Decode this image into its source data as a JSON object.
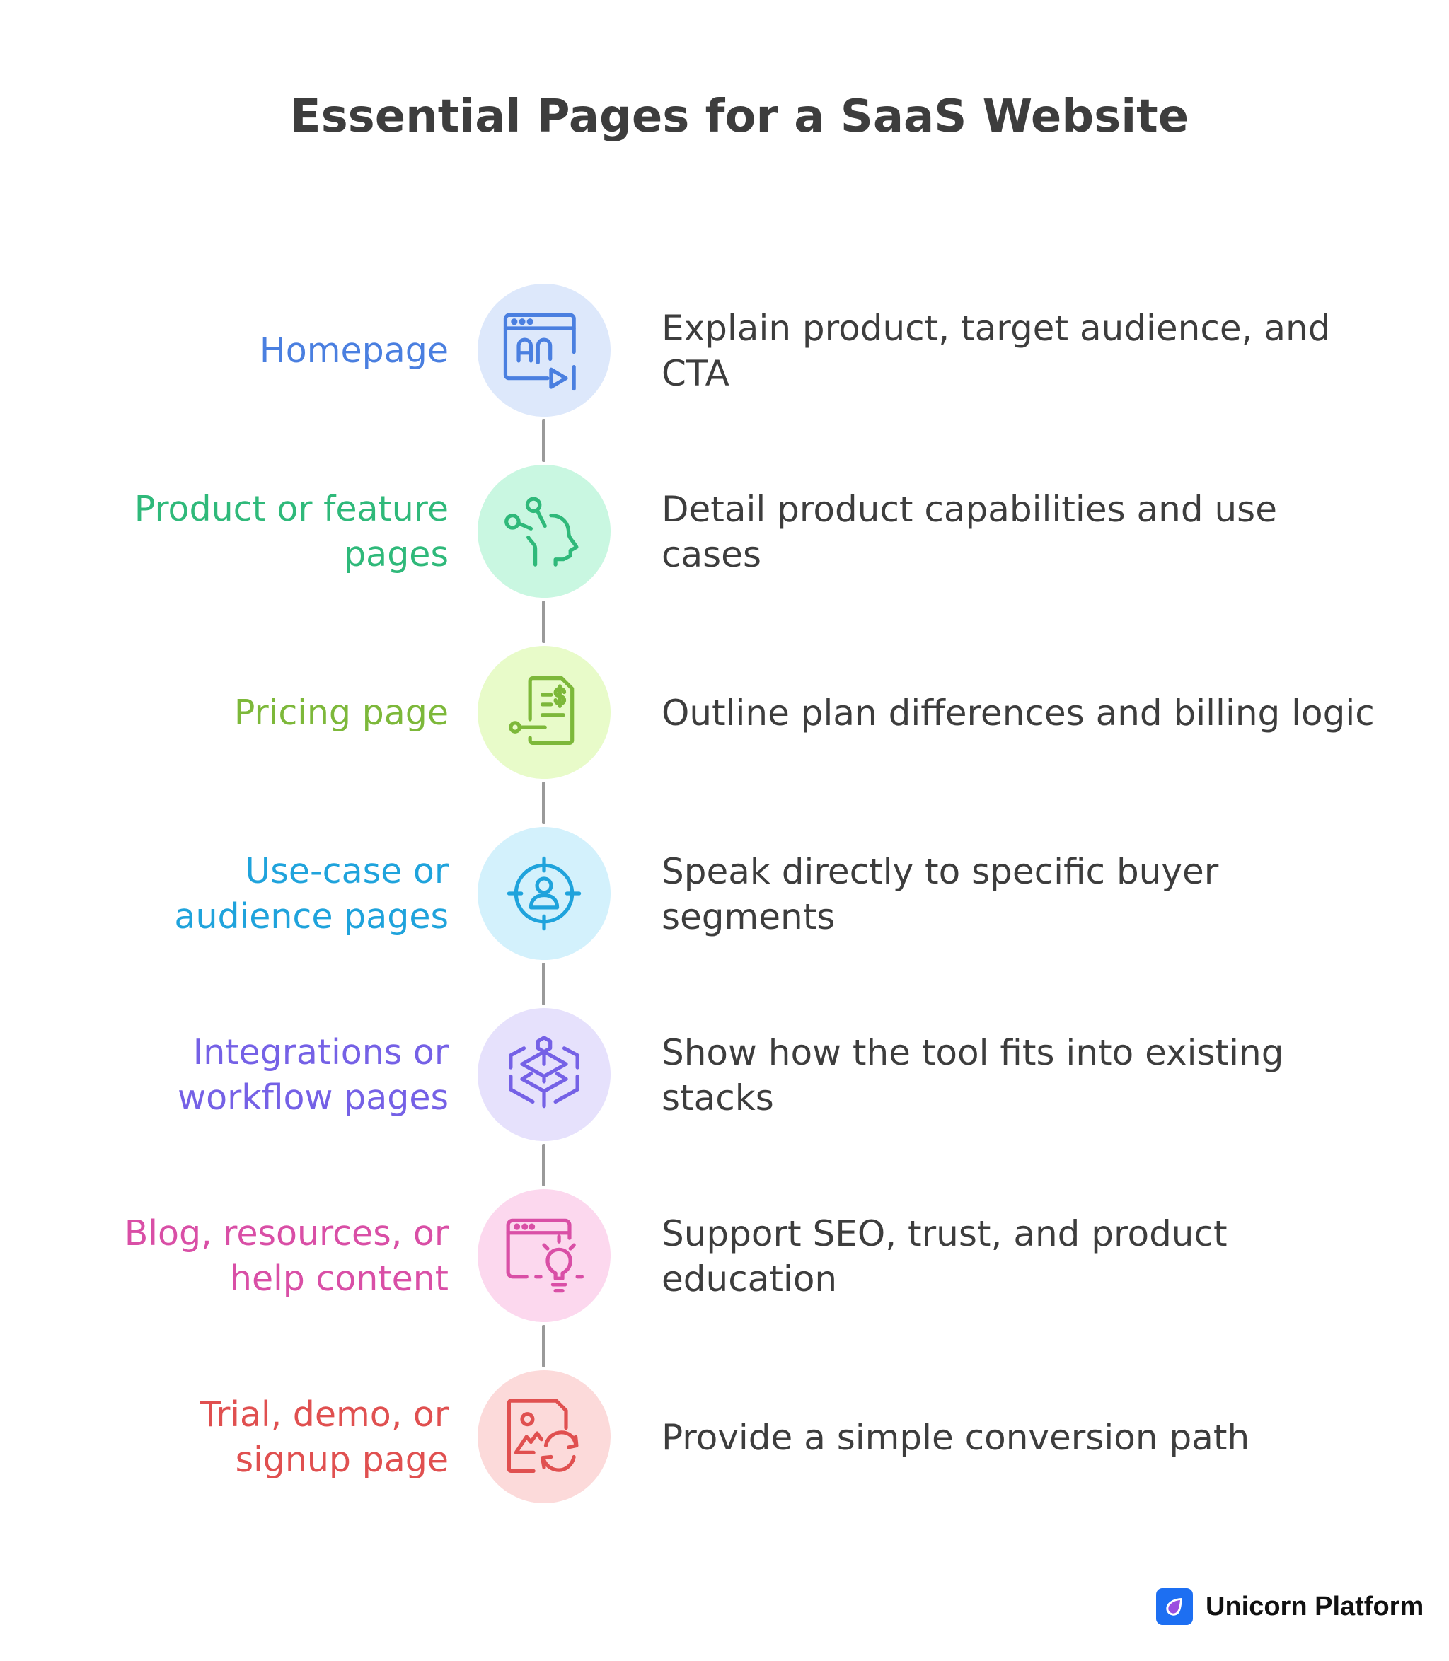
{
  "title": "Essential Pages for a SaaS Website",
  "items": [
    {
      "label": "Homepage",
      "description": "Explain product, target audience, and CTA",
      "icon": "browser-ad-play-icon",
      "color": "#4a7fe0",
      "bg": "#dde8fb"
    },
    {
      "label": "Product or feature pages",
      "description": "Detail product capabilities and use cases",
      "icon": "head-nodes-icon",
      "color": "#2fb97a",
      "bg": "#c9f7e1"
    },
    {
      "label": "Pricing page",
      "description": "Outline plan differences and billing logic",
      "icon": "invoice-dollar-icon",
      "color": "#7db83a",
      "bg": "#e8fbc9"
    },
    {
      "label": "Use-case or audience pages",
      "description": "Speak directly to specific buyer segments",
      "icon": "target-user-icon",
      "color": "#1fa3dc",
      "bg": "#d3f1fc"
    },
    {
      "label": "Integrations or workflow pages",
      "description": "Show how the tool fits into existing stacks",
      "icon": "layered-stack-icon",
      "color": "#7561e6",
      "bg": "#e6e1fc"
    },
    {
      "label": "Blog, resources, or help content",
      "description": "Support SEO, trust, and product education",
      "icon": "browser-lightbulb-icon",
      "color": "#d94fa6",
      "bg": "#fcd8ee"
    },
    {
      "label": "Trial, demo, or signup page",
      "description": "Provide a simple conversion path",
      "icon": "document-image-refresh-icon",
      "color": "#e05050",
      "bg": "#fcdada"
    }
  ],
  "brand": {
    "name": "Unicorn Platform",
    "logo_color": "#1d6ff2",
    "drop_color": "#9b4fe0"
  }
}
